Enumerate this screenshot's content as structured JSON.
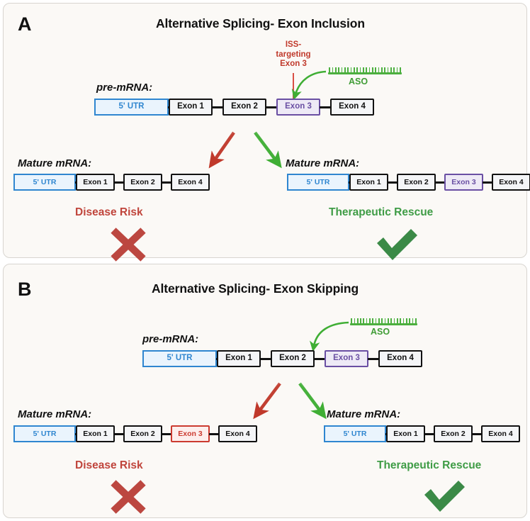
{
  "figure": {
    "background": "#fbf9f6",
    "colors": {
      "utr_blue": "#2f86d0",
      "exon_black": "#111111",
      "exon_purple": "#6a4fa3",
      "exon_red": "#cc3b30",
      "aso_green": "#4caf3f",
      "disease_red": "#c0453c",
      "rescue_green": "#3f9c46",
      "iss_red": "#d94f45"
    }
  },
  "panels": [
    {
      "letter": "A",
      "title": "Alternative Splicing- Exon Inclusion",
      "pre_mrna_label": "pre-mRNA:",
      "pre_mrna_segments": [
        {
          "label": "5' UTR",
          "type": "utr"
        },
        {
          "label": "Exon 1",
          "type": "exon"
        },
        {
          "label": "Exon 2",
          "type": "exon"
        },
        {
          "label": "Exon 3",
          "type": "exon-purple"
        },
        {
          "label": "Exon 4",
          "type": "exon"
        }
      ],
      "aso": {
        "label": "ASO",
        "ticks": 24
      },
      "iss_annotation": "ISS-\ntargeting\nExon 3",
      "iss_annotation_lines": [
        "ISS-",
        "targeting",
        "Exon 3"
      ],
      "left_outcome": {
        "mrna_label": "Mature mRNA:",
        "segments": [
          {
            "label": "5' UTR",
            "type": "utr"
          },
          {
            "label": "Exon 1",
            "type": "exon"
          },
          {
            "label": "Exon 2",
            "type": "exon"
          },
          {
            "label": "Exon 4",
            "type": "exon"
          }
        ],
        "verdict": "Disease Risk",
        "verdict_kind": "bad",
        "symbol": "cross-mark-icon"
      },
      "right_outcome": {
        "mrna_label": "Mature mRNA:",
        "segments": [
          {
            "label": "5' UTR",
            "type": "utr"
          },
          {
            "label": "Exon 1",
            "type": "exon"
          },
          {
            "label": "Exon 2",
            "type": "exon"
          },
          {
            "label": "Exon 3",
            "type": "exon-purple"
          },
          {
            "label": "Exon 4",
            "type": "exon"
          }
        ],
        "verdict": "Therapeutic Rescue",
        "verdict_kind": "good",
        "symbol": "check-mark-icon"
      }
    },
    {
      "letter": "B",
      "title": "Alternative Splicing- Exon Skipping",
      "pre_mrna_label": "pre-mRNA:",
      "pre_mrna_segments": [
        {
          "label": "5' UTR",
          "type": "utr"
        },
        {
          "label": "Exon 1",
          "type": "exon"
        },
        {
          "label": "Exon 2",
          "type": "exon"
        },
        {
          "label": "Exon 3",
          "type": "exon-purple"
        },
        {
          "label": "Exon 4",
          "type": "exon"
        }
      ],
      "aso": {
        "label": "ASO",
        "ticks": 22
      },
      "left_outcome": {
        "mrna_label": "Mature mRNA:",
        "segments": [
          {
            "label": "5' UTR",
            "type": "utr"
          },
          {
            "label": "Exon 1",
            "type": "exon"
          },
          {
            "label": "Exon 2",
            "type": "exon"
          },
          {
            "label": "Exon 3",
            "type": "exon-red"
          },
          {
            "label": "Exon 4",
            "type": "exon"
          }
        ],
        "verdict": "Disease Risk",
        "verdict_kind": "bad",
        "symbol": "cross-mark-icon"
      },
      "right_outcome": {
        "mrna_label": "Mature mRNA:",
        "segments": [
          {
            "label": "5' UTR",
            "type": "utr"
          },
          {
            "label": "Exon 1",
            "type": "exon"
          },
          {
            "label": "Exon 2",
            "type": "exon"
          },
          {
            "label": "Exon 4",
            "type": "exon"
          }
        ],
        "verdict": "Therapeutic Rescue",
        "verdict_kind": "good",
        "symbol": "check-mark-icon"
      }
    }
  ]
}
